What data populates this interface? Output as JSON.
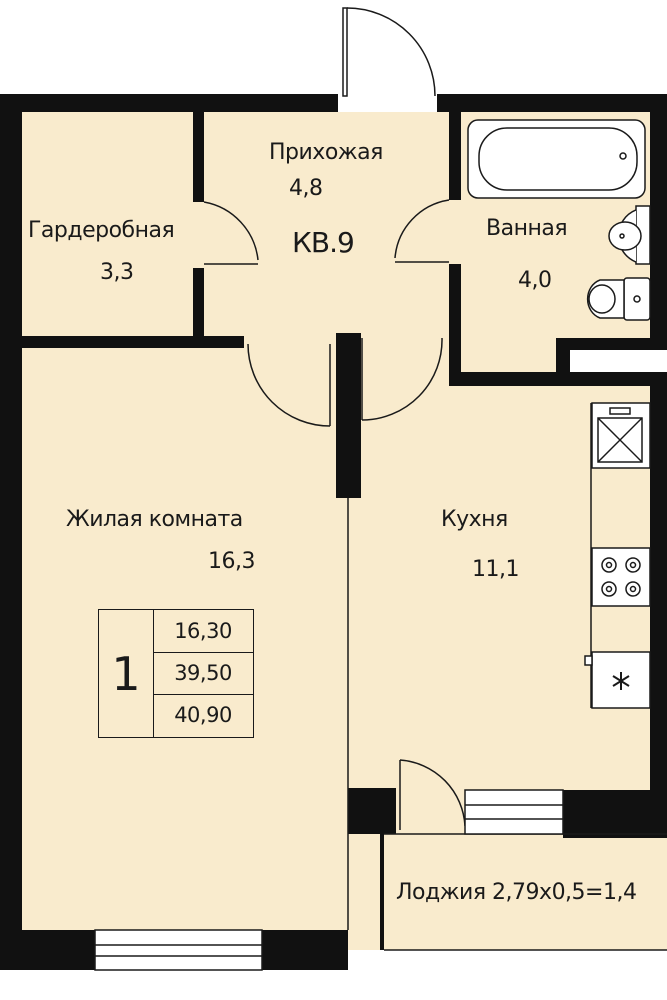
{
  "apartment": {
    "number_label": "КВ.9"
  },
  "rooms": {
    "hallway": {
      "name": "Прихожая",
      "area": "4,8"
    },
    "wardrobe": {
      "name": "Гардеробная",
      "area": "3,3"
    },
    "bathroom": {
      "name": "Ванная",
      "area": "4,0"
    },
    "living_room": {
      "name": "Жилая комната",
      "area": "16,3"
    },
    "kitchen": {
      "name": "Кухня",
      "area": "11,1"
    },
    "loggia": {
      "label": "Лоджия 2,79х0,5=1,4"
    }
  },
  "area_table": {
    "room_count": "1",
    "living_area": "16,30",
    "total_area": "39,50",
    "total_with_loggia": "40,90"
  },
  "colors": {
    "floor": "#f9ebcd",
    "wall": "#111111",
    "line": "#1a1a1a",
    "background": "#ffffff"
  }
}
